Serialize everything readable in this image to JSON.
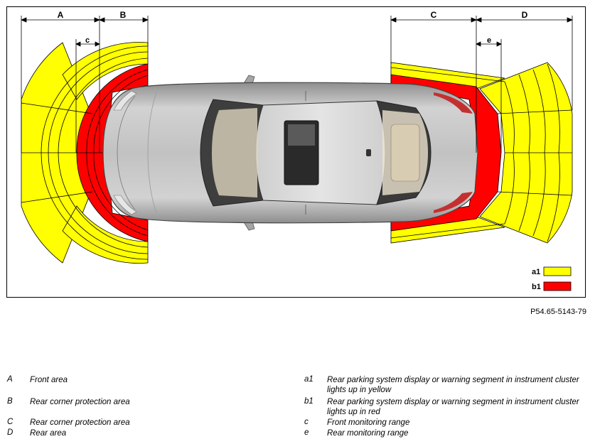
{
  "figure": {
    "dim_labels": {
      "A": "A",
      "B": "B",
      "C": "C",
      "D": "D",
      "c": "c",
      "e": "e"
    },
    "key": {
      "a1": "a1",
      "b1": "b1"
    },
    "colors": {
      "yellow": "#ffff00",
      "red": "#ff0000",
      "car": "#b9b9b9",
      "glass": "#4a4a4a",
      "interior": "#e6dcc8"
    },
    "code": "P54.65-5143-79"
  },
  "legend": {
    "left": [
      {
        "key": "A",
        "text": "Front area"
      },
      {
        "key": "B",
        "text": "Rear corner protection area"
      },
      {
        "key": "C",
        "text": "Rear corner protection area"
      },
      {
        "key": "D",
        "text": "Rear area"
      }
    ],
    "right": [
      {
        "key": "a1",
        "text": "Rear parking system display or warning segment in instrument cluster lights up in yellow"
      },
      {
        "key": "b1",
        "text": "Rear parking system display or warning segment in instrument cluster lights up in red"
      },
      {
        "key": "c",
        "text": "Front monitoring range"
      },
      {
        "key": "e",
        "text": "Rear monitoring range"
      }
    ]
  }
}
